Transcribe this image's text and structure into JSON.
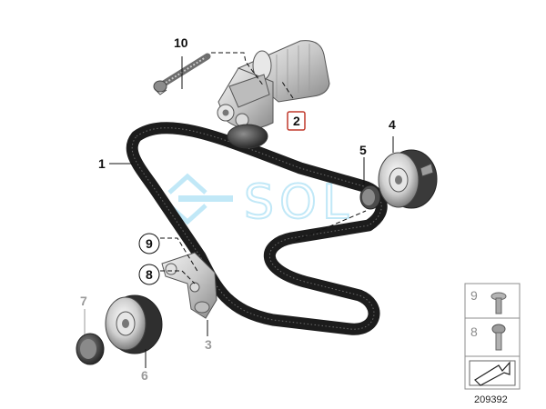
{
  "diagram": {
    "callouts": {
      "c1": "1",
      "c2": "2",
      "c3": "3",
      "c4": "4",
      "c5": "5",
      "c6": "6",
      "c7": "7",
      "c8": "8",
      "c9": "9",
      "c10": "10"
    },
    "watermark": "SOL",
    "side_panel": {
      "item_top": "9",
      "item_bottom": "8"
    },
    "figure_number": "209392"
  },
  "colors": {
    "belt": "#1c1c1c",
    "metal_light": "#d8d8d8",
    "metal_mid": "#a9a9a9",
    "metal_dark": "#555555",
    "highlight_box": "#c0392b",
    "watermark": "#8fd6f2",
    "grey_callout": "#9a9a9a"
  }
}
